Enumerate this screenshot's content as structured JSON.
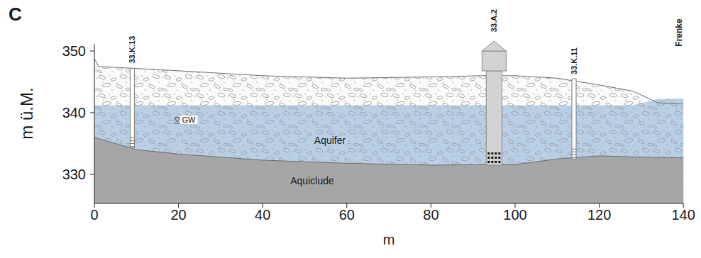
{
  "diagram": {
    "labels": [
      "C",
      "350",
      "340",
      "330",
      "m ü.M.",
      "0",
      "20",
      "40",
      "60",
      "80",
      "100",
      "120",
      "140",
      "m",
      "33.K.13",
      "GW",
      "Aquifer",
      "Aquiclude",
      "33.A.2",
      "33.K.11",
      "Frenke"
    ]
  }
}
